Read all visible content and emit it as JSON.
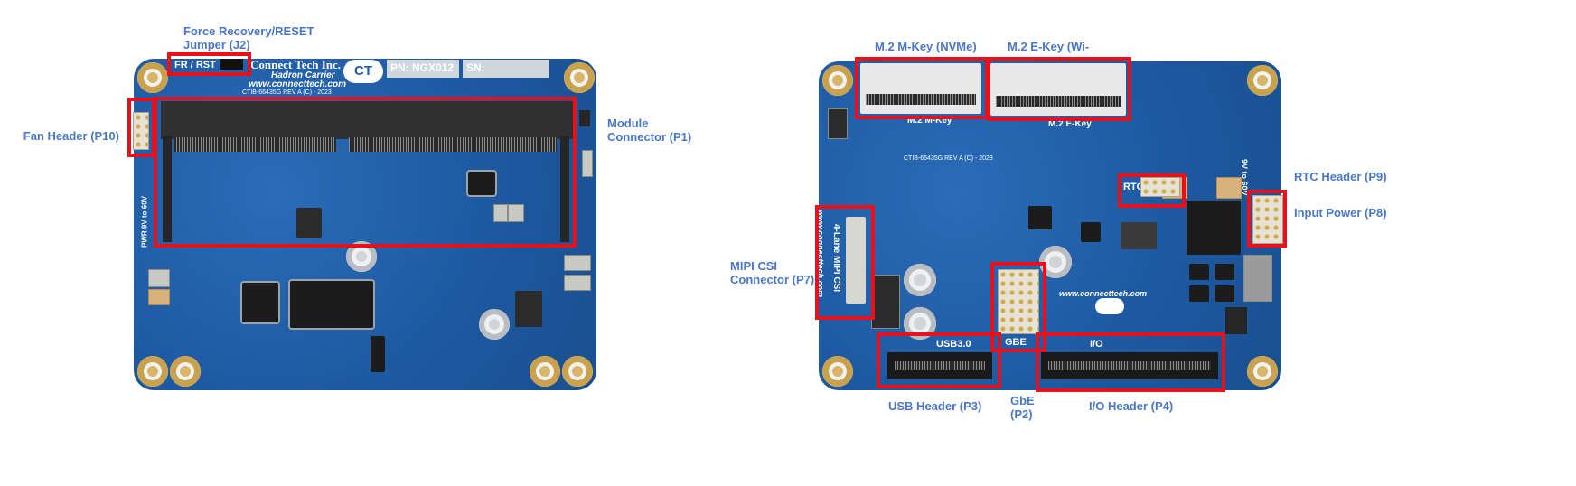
{
  "left_board": {
    "silk": {
      "fr_rst": "FR / RST",
      "company": "Connect Tech Inc.",
      "carrier": "Hadron Carrier",
      "website": "www.connecttech.com",
      "rev": "CTIB-66435G REV A (C) - 2023",
      "pn": "PN: NGX012",
      "sn": "SN:",
      "logo": "CT",
      "pwr": "PWR 9V to 60V"
    },
    "labels": {
      "force_recovery": "Force Recovery/RESET Jumper (J2)",
      "fan_header": "Fan Header (P10)",
      "module_connector": "Module Connector (P1)"
    }
  },
  "right_board": {
    "silk": {
      "m2_m_key": "M.2 M-Key",
      "m2_e_key": "M.2 E-Key",
      "rev": "CTIB-66435G REV A (C) - 2023",
      "rtc": "RTC",
      "mipi": "4-Lane MIPI CSI",
      "website": "www.connecttech.com",
      "usb3": "USB3.0",
      "gbe": "GBE",
      "io": "I/O",
      "vin": "9V to 60V"
    },
    "labels": {
      "m2_m_key": "M.2 M-Key (NVMe)",
      "m2_e_key": "M.2 E-Key (Wi-",
      "rtc_header": "RTC Header (P9)",
      "input_power": "Input Power (P8)",
      "mipi_csi": "MIPI CSI Connector (P7)",
      "usb_header": "USB Header (P3)",
      "gbe": "GbE (P2)",
      "io_header": "I/O Header (P4)"
    }
  },
  "colors": {
    "label": "#4a78c7",
    "highlight": "#e8101a",
    "pcb": "#1f5ea8"
  }
}
